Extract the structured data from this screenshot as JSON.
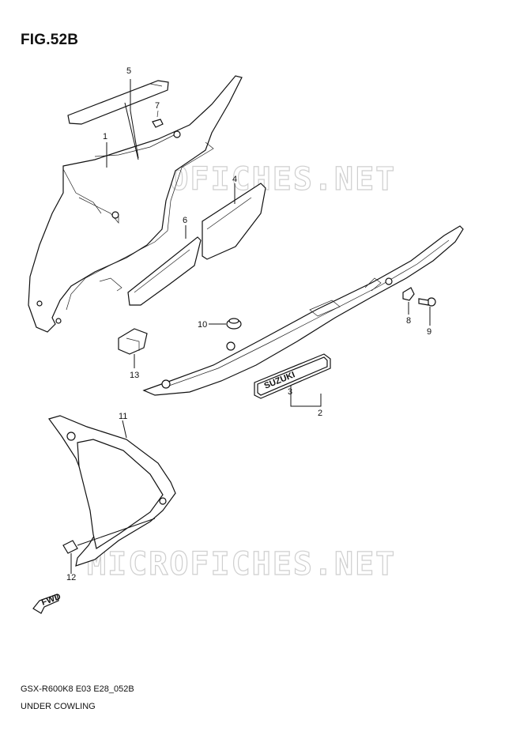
{
  "figure": {
    "title": "FIG.52B",
    "code": "GSX-R600K8 E03 E28_052B",
    "name": "UNDER COWLING"
  },
  "watermark": "MICROFICHES.NET",
  "emblem_text": "SUZUKI",
  "fwd_text": "FWD",
  "callouts": [
    "1",
    "2",
    "3",
    "4",
    "5",
    "6",
    "7",
    "8",
    "9",
    "10",
    "11",
    "12",
    "13"
  ]
}
